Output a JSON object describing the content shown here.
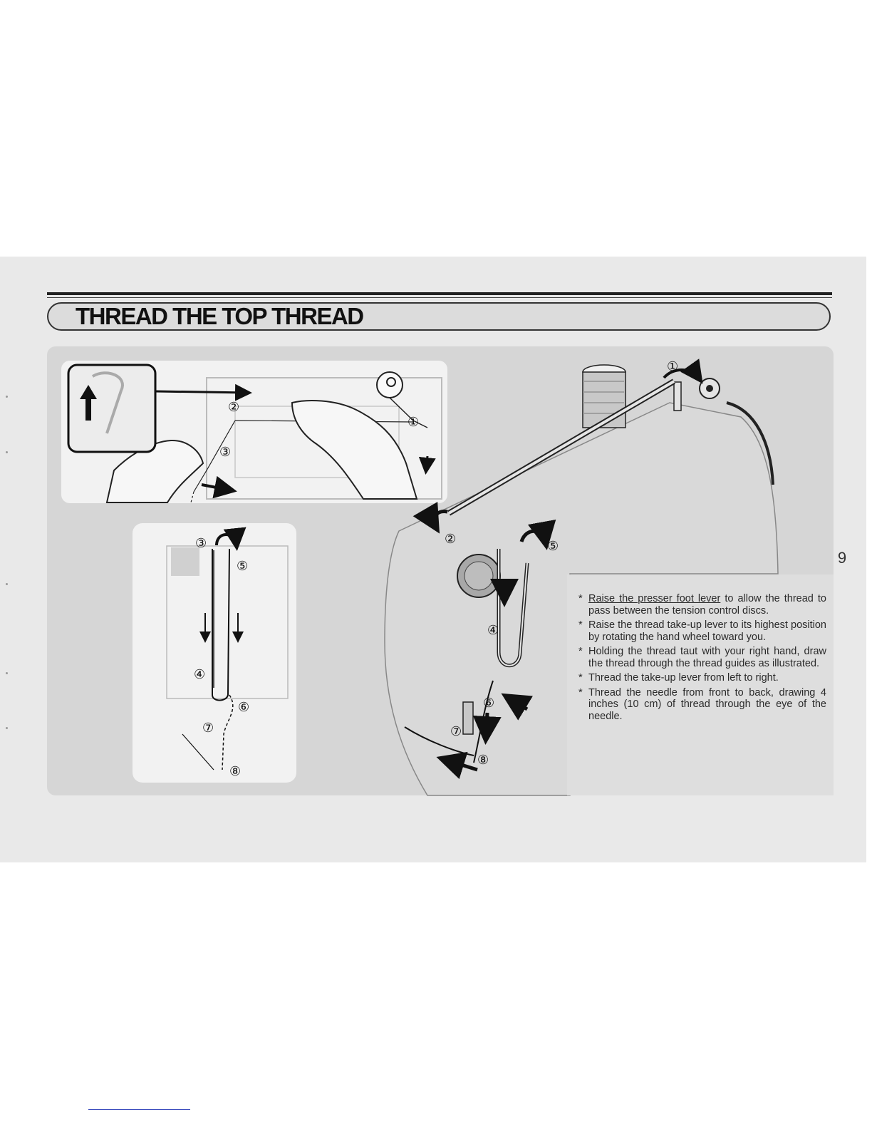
{
  "title": "THREAD THE TOP THREAD",
  "page_number": "9",
  "callouts": {
    "n1": "①",
    "n2": "②",
    "n3": "③",
    "n4": "④",
    "n5": "⑤",
    "n6": "⑥",
    "n7": "⑦",
    "n8": "⑧"
  },
  "instructions": [
    {
      "underlined": "Raise the presser foot lever",
      "text": " to allow the thread to pass between the tension control discs."
    },
    {
      "underlined": "",
      "text": "Raise the thread take-up lever to its highest position by rotating the hand wheel toward you."
    },
    {
      "underlined": "",
      "text": "Holding the thread taut with your right hand, draw the thread through the thread guides as illustrated."
    },
    {
      "underlined": "",
      "text": "Thread the take-up lever from left to right."
    },
    {
      "underlined": "",
      "text": "Thread the needle from front to back, drawing 4 inches (10 cm) of thread through the eye of the needle."
    }
  ],
  "bullet_symbol": "*"
}
